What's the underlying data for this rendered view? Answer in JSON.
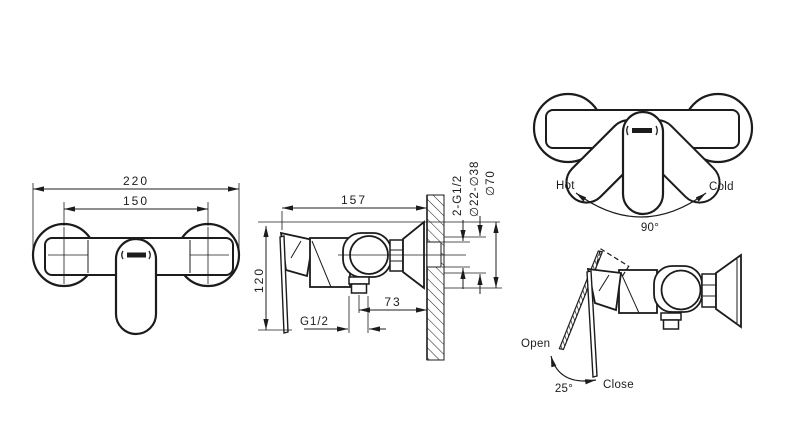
{
  "front": {
    "overall": "220",
    "centers": "150"
  },
  "side": {
    "depth": "157",
    "height": "120",
    "outlet_offset": "73",
    "outlet_thread": "G1/2",
    "inlet_note": "2-G1/2",
    "hose_note": "∅22-∅38",
    "escutcheon_note": "∅70"
  },
  "rotation": {
    "hot": "Hot",
    "cold": "Cold",
    "angle": "90°"
  },
  "lever": {
    "open": "Open",
    "close": "Close",
    "angle": "25°"
  },
  "colors": {
    "line": "#1c1c1c",
    "background": "#ffffff"
  }
}
